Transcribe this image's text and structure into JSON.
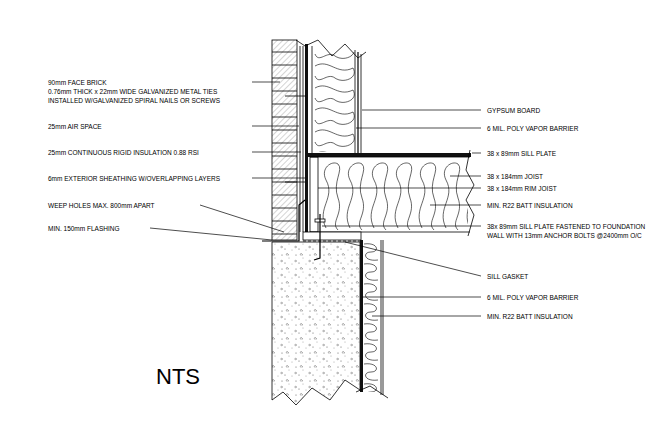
{
  "diagram": {
    "labels": [
      "90mm FACE BRICK",
      "0.76mm THICK x 22mm WIDE GALVANIZED METAL TIES INSTALLED W/GALVANIZED SPIRAL NAILS OR SCREWS",
      "25mm AIR SPACE",
      "25mm CONTINUOUS RIGID INSULATION 0.88 RSI",
      "6mm EXTERIOR SHEATHING W/OVERLAPPING LAYERS",
      "WEEP HOLES MAX. 800mm APART",
      "MIN. 150mm FLASHING",
      "GYPSUM BOARD",
      "6 MIL. POLY VAPOR BARRIER",
      "38 x 89mm SILL PLATE",
      "38 x 184mm JOIST",
      "38 x 184mm RIM JOIST",
      "MIN. R22 BATT INSULATION",
      "38x 89mm SILL PLATE FASTENED TO FOUNDATION WALL WITH 13mm ANCHOR BOLTS @2400mm O/C",
      "SILL GASKET",
      "6 MIL. POLY VAPOR BARRIER",
      "MIN. R22 BATT INSULATION",
      "NTS"
    ]
  }
}
